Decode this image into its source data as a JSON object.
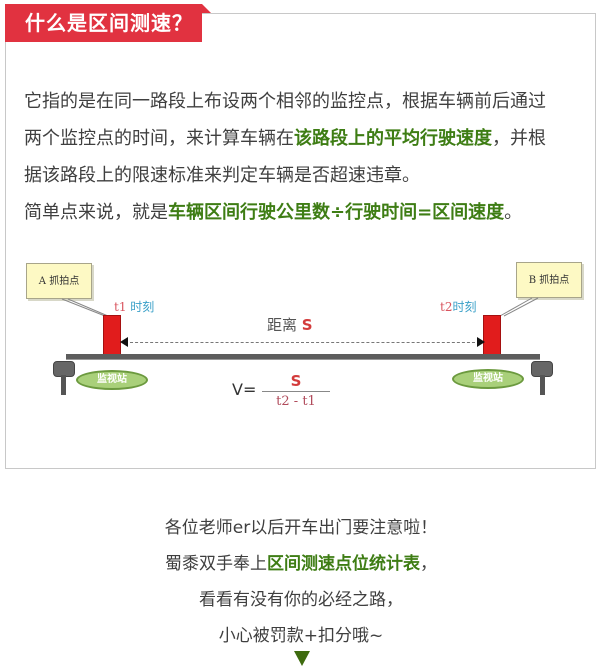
{
  "header": {
    "title": "什么是区间测速？",
    "accent_color": "#e13240"
  },
  "intro": {
    "lines": [
      {
        "segments": [
          {
            "text": "它指的是在同一路段上布设两个相邻的监控点，根据车辆前后通过",
            "highlight": false
          }
        ]
      },
      {
        "segments": [
          {
            "text": "两个监控点的时间，来计算车辆在",
            "highlight": false
          },
          {
            "text": "该路段上的平均行驶速度",
            "highlight": true
          },
          {
            "text": "，并根",
            "highlight": false
          }
        ]
      },
      {
        "segments": [
          {
            "text": "据该路段上的限速标准来判定车辆是否超速违章。",
            "highlight": false
          }
        ]
      },
      {
        "segments": [
          {
            "text": "简单点来说，就是",
            "highlight": false
          },
          {
            "text": "车辆区间行驶公里数÷行驶时间=区间速度",
            "highlight": true
          },
          {
            "text": "。",
            "highlight": false
          }
        ]
      }
    ],
    "highlight_color": "#3e7d14"
  },
  "diagram": {
    "point_a_label": "A 抓拍点",
    "point_b_label": "B 抓拍点",
    "time_a": {
      "t": "t1",
      "suffix": "时刻"
    },
    "time_b": {
      "t": "t2",
      "suffix": "时刻"
    },
    "distance_label": "距离",
    "distance_symbol": "S",
    "station_a": "监视站",
    "station_b": "监视站",
    "formula": {
      "lhs": "V=",
      "numerator": "S",
      "denominator": "t2 - t1"
    }
  },
  "footer": {
    "lines": [
      [
        {
          "text": "各位老师er以后开车出门要注意啦！",
          "highlight": false
        }
      ],
      [
        {
          "text": "蜀黍双手奉上",
          "highlight": false
        },
        {
          "text": "区间测速点位统计表",
          "highlight": true
        },
        {
          "text": "，",
          "highlight": false
        }
      ],
      [
        {
          "text": "看看有没有你的必经之路，",
          "highlight": false
        }
      ],
      [
        {
          "text": "小心被罚款+扣分哦~",
          "highlight": false
        }
      ]
    ],
    "arrow_color": "#3e6b0f"
  }
}
